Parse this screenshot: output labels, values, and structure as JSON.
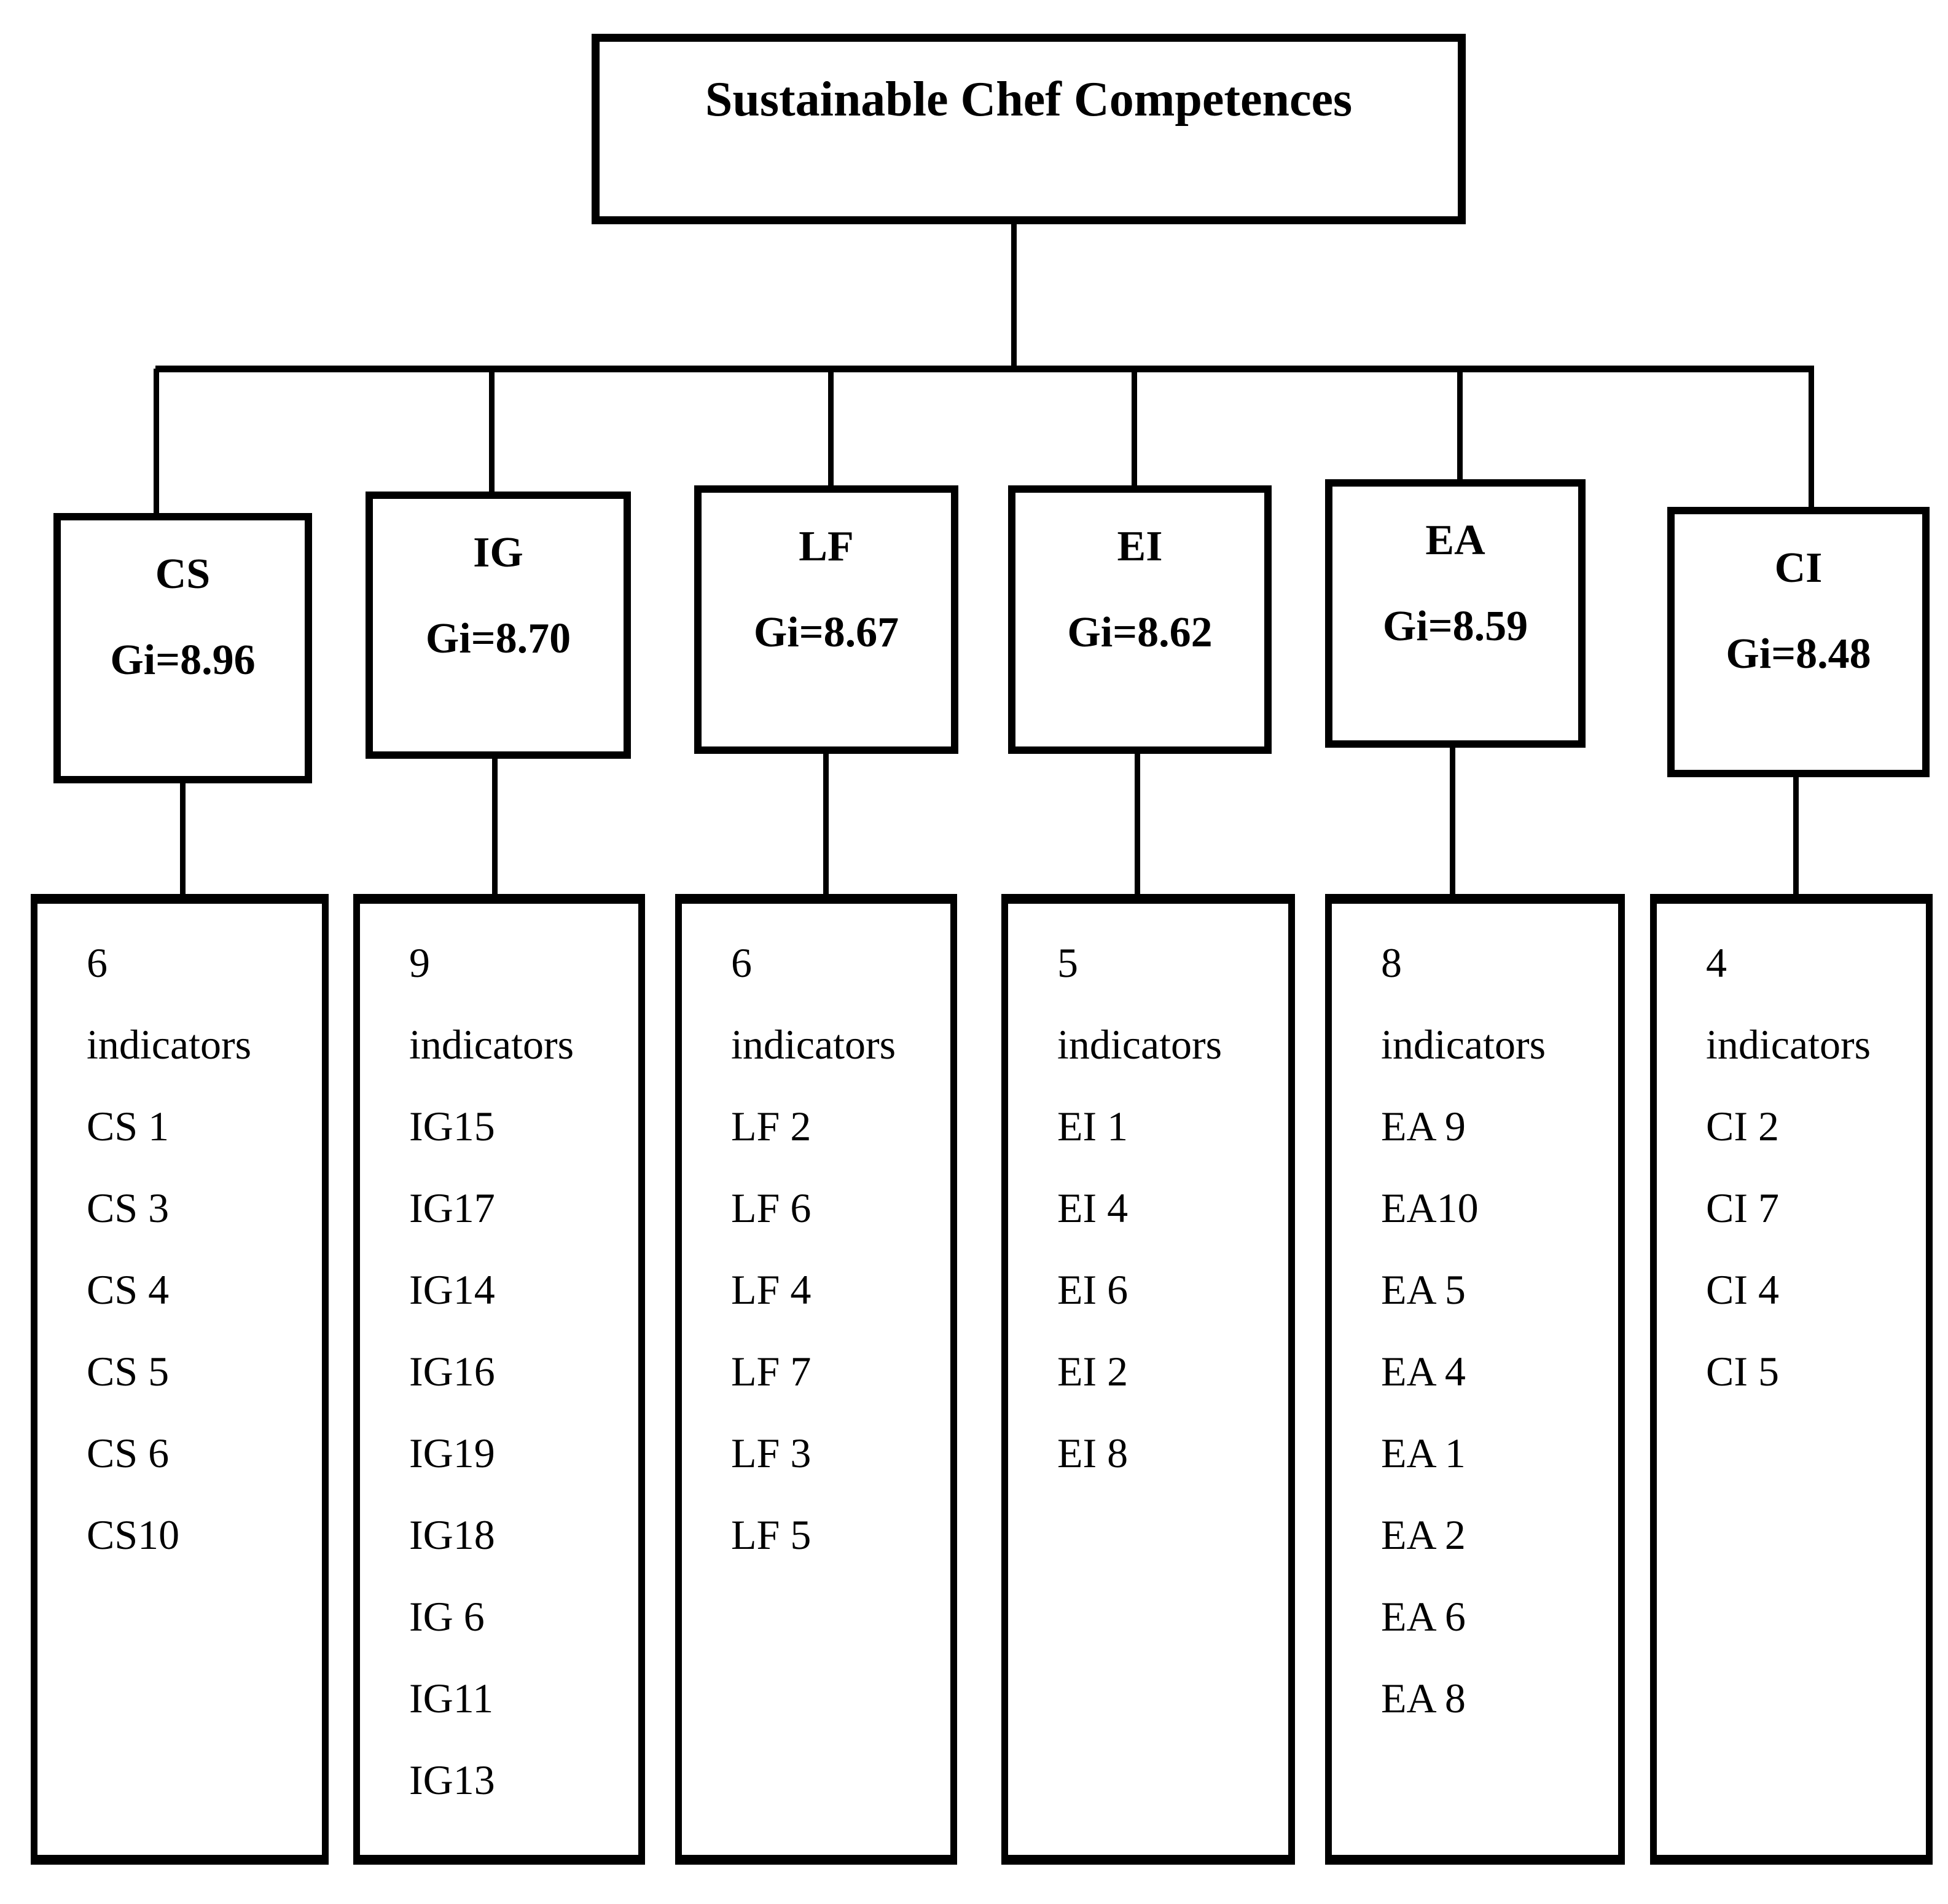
{
  "title": "Sustainable Chef Competences",
  "colors": {
    "line": "#000000",
    "background": "#ffffff"
  },
  "indicators_word": "indicators",
  "categories": [
    {
      "code": "CS",
      "gi": "Gi=8.96",
      "count": "6",
      "indicators": [
        "CS 1",
        "CS 3",
        "CS 4",
        "CS 5",
        "CS 6",
        "CS10"
      ]
    },
    {
      "code": "IG",
      "gi": "Gi=8.70",
      "count": "9",
      "indicators": [
        "IG15",
        "IG17",
        "IG14",
        "IG16",
        "IG19",
        "IG18",
        "IG 6",
        "IG11",
        "IG13"
      ]
    },
    {
      "code": "LF",
      "gi": "Gi=8.67",
      "count": "6",
      "indicators": [
        "LF 2",
        "LF 6",
        "LF 4",
        "LF 7",
        "LF 3",
        "LF 5"
      ]
    },
    {
      "code": "EI",
      "gi": "Gi=8.62",
      "count": "5",
      "indicators": [
        "EI 1",
        "EI 4",
        "EI 6",
        "EI 2",
        "EI 8"
      ]
    },
    {
      "code": "EA",
      "gi": "Gi=8.59",
      "count": "8",
      "indicators": [
        "EA 9",
        "EA10",
        "EA 5",
        "EA 4",
        "EA 1",
        "EA 2",
        "EA 6",
        "EA 8"
      ]
    },
    {
      "code": "CI",
      "gi": "Gi=8.48",
      "count": "4",
      "indicators": [
        "CI 2",
        "CI 7",
        "CI 4",
        "CI 5"
      ]
    }
  ]
}
